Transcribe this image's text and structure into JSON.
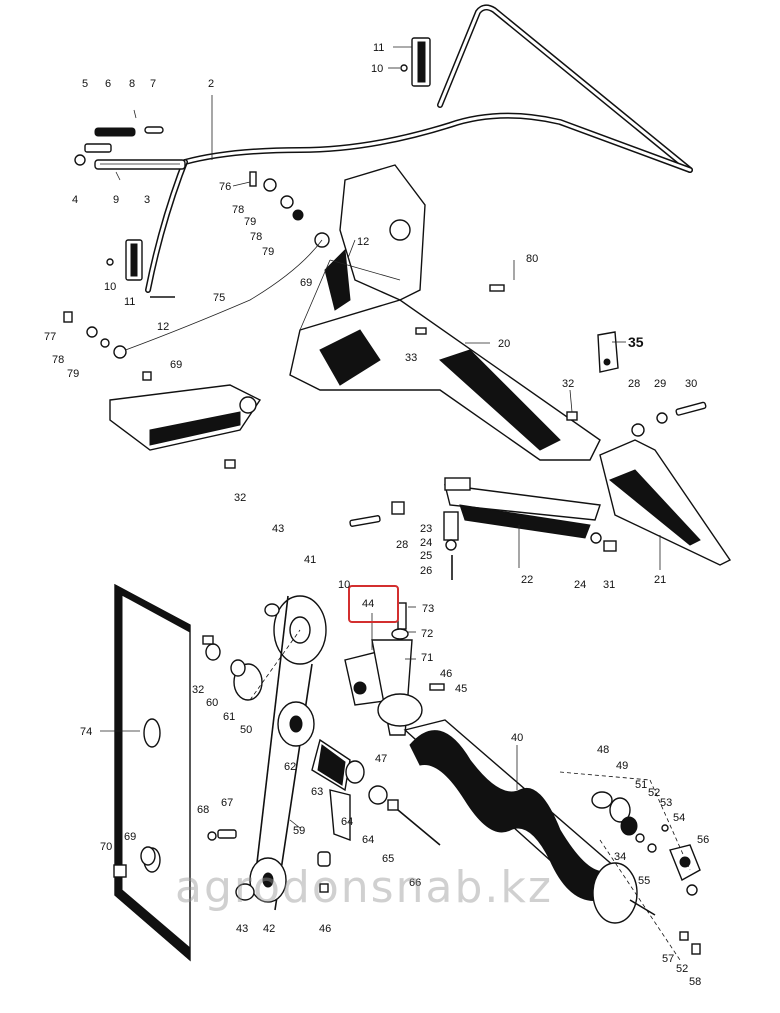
{
  "callouts": {
    "c11a": "11",
    "c10a": "10",
    "c5": "5",
    "c6": "6",
    "c8": "8",
    "c7": "7",
    "c2": "2",
    "c4": "4",
    "c9": "9",
    "c3": "3",
    "c76": "76",
    "c78a": "78",
    "c79a": "79",
    "c78b": "78",
    "c79b": "79",
    "c12a": "12",
    "c10b": "10",
    "c11b": "11",
    "c12b": "12",
    "c69a": "69",
    "c75": "75",
    "c80": "80",
    "c20": "20",
    "c33": "33",
    "c35": "35",
    "c77": "77",
    "c78c": "78",
    "c79c": "79",
    "c69b": "69",
    "c32a": "32",
    "c28a": "28",
    "c29": "29",
    "c30": "30",
    "c32b": "32",
    "c28b": "28",
    "c23": "23",
    "c24a": "24",
    "c25": "25",
    "c26": "26",
    "c22": "22",
    "c24b": "24",
    "c31": "31",
    "c21": "21",
    "c43a": "43",
    "c41": "41",
    "c10c": "10",
    "c44": "44",
    "c73": "73",
    "c72": "72",
    "c71": "71",
    "c46a": "46",
    "c45": "45",
    "c32c": "32",
    "c60": "60",
    "c61": "61",
    "c50": "50",
    "c74": "74",
    "c40": "40",
    "c47": "47",
    "c62": "62",
    "c63": "63",
    "c48": "48",
    "c49": "49",
    "c51": "51",
    "c52a": "52",
    "c53": "53",
    "c54": "54",
    "c68": "68",
    "c67": "67",
    "c59": "59",
    "c64a": "64",
    "c64b": "64",
    "c56": "56",
    "c34": "34",
    "c70": "70",
    "c69c": "69",
    "c65": "65",
    "c55": "55",
    "c66": "66",
    "c43b": "43",
    "c42": "42",
    "c46b": "46",
    "c57": "57",
    "c52b": "52",
    "c58": "58"
  },
  "highlight": {
    "label": "44",
    "color": "#d32f2f"
  },
  "watermark": "agrodonsnab.kz"
}
